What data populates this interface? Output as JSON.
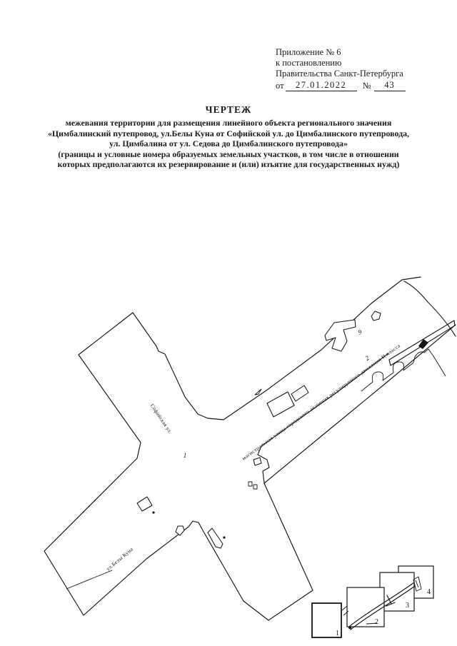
{
  "document": {
    "annex": {
      "line1": "Приложение № 6",
      "line2": "к постановлению",
      "line3": "Правительства Санкт-Петербурга",
      "from_label": "от",
      "date": "27.01.2022",
      "no_label": "№",
      "number": "43"
    },
    "title": {
      "heading": "ЧЕРТЕЖ",
      "lines": [
        "межевания территории для размещения линейного объекта регионального значения",
        "«Цимбалинский путепровод, ул.Белы Куна от Софийской ул. до Цимбалинского путепровода,",
        "ул. Цимбалина от ул. Седова до Цимбалинского путепровода»",
        "(границы и условные номера образуемых земельных участков, в том числе в отношении",
        "которых предполагаются их резервирование и (или) изъятие для государственных нужд)"
      ]
    },
    "drawing": {
      "street_labels": {
        "sofiyskaya": "Софийская ул.",
        "bely_kuna": "ул.Белы Куна",
        "magistral": "магистральная улица городского значения регулируемого движения II класса"
      },
      "parcel_numbers": {
        "p1": "1",
        "p2": "2",
        "p9": "9"
      },
      "insets": {
        "s1": "1",
        "s2": "2",
        "s3": "3",
        "s4": "4"
      },
      "colors": {
        "ink": "#141414",
        "paper": "#ffffff"
      }
    }
  }
}
